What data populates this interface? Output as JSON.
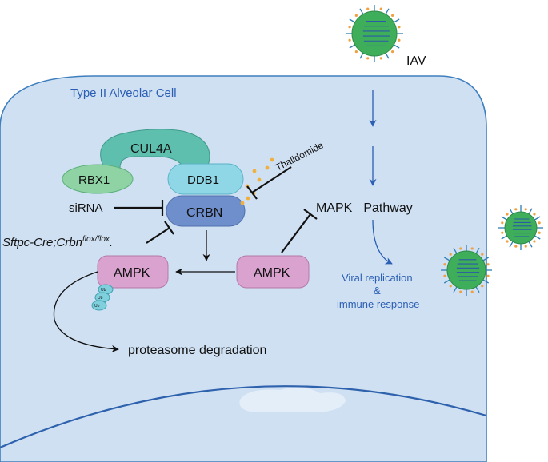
{
  "cell": {
    "title": "Type II  Alveolar Cell"
  },
  "virus": {
    "label": "IAV"
  },
  "complex": {
    "cul4a": "CUL4A",
    "rbx1": "RBX1",
    "ddb1": "DDB1",
    "crbn": "CRBN"
  },
  "inhibitors": {
    "thalidomide": "Thalidomide",
    "sirna": "siRNA",
    "genotype_main": "Sftpc-Cre;Crbn",
    "genotype_sup": "flox/flox",
    "genotype_end": "."
  },
  "pathway": {
    "mapk_label": "MAPK",
    "pathway_label": "Pathway",
    "outcome_line1": "Viral   replication",
    "outcome_line2": "&",
    "outcome_line3": "immune  response"
  },
  "ampk": {
    "left_label": "AMPK",
    "right_label": "AMPK",
    "ub_label": "Ub"
  },
  "degradation": {
    "label": "proteasome  degradation"
  },
  "colors": {
    "cell_fill": "#cfe0f3",
    "cell_stroke": "#3f7fbd",
    "cul4a": "#5fbfae",
    "rbx1": "#8fd3a4",
    "ddb1": "#8fd6e6",
    "crbn": "#6f8fcc",
    "ampk": "#d9a2cf",
    "virus_body": "#3fae5a",
    "virus_spike": "#2f7fb5",
    "virus_tip": "#f0a040",
    "text_blue": "#2b5fb3"
  }
}
